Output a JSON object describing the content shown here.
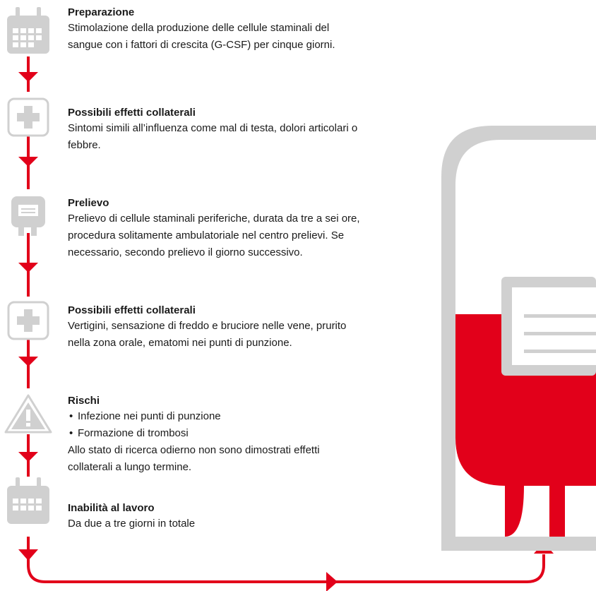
{
  "steps": [
    {
      "title": "Preparazione",
      "text": "Stimolazione della produzione delle cellule staminali del sangue con i fattori di crescita (G-CSF) per cinque giorni.",
      "icon": "calendar-icon"
    },
    {
      "title": "Possibili effetti collaterali",
      "text": "Sintomi simili all’influenza come mal di testa, dolori articolari o febbre.",
      "icon": "medical-cross-icon"
    },
    {
      "title": "Prelievo",
      "text": "Prelievo di cellule staminali periferiche, durata da tre a sei ore, procedura solitamente ambulatoriale nel centro prelievi. Se necessario, secondo prelievo il giorno successivo.",
      "icon": "blood-bag-icon"
    },
    {
      "title": "Possibili effetti collaterali",
      "text": "Vertigini, sensazione di freddo e bruciore nelle vene, prurito nella zona orale, ematomi nei punti di punzione.",
      "icon": "medical-cross-icon"
    },
    {
      "title": "Rischi",
      "bullets": [
        "Infezione nei punti di punzione",
        "Formazione di trombosi"
      ],
      "text": "Allo stato di ricerca odierno non sono dimostrati effetti collaterali a lungo termine.",
      "icon": "warning-icon"
    },
    {
      "title": "Inabilità al lavoro",
      "text": "Da due a tre giorni in totale",
      "icon": "calendar-icon"
    }
  ],
  "colors": {
    "accent_red": "#e2001a",
    "icon_gray": "#d0d0d0",
    "text": "#1a1a1a"
  }
}
